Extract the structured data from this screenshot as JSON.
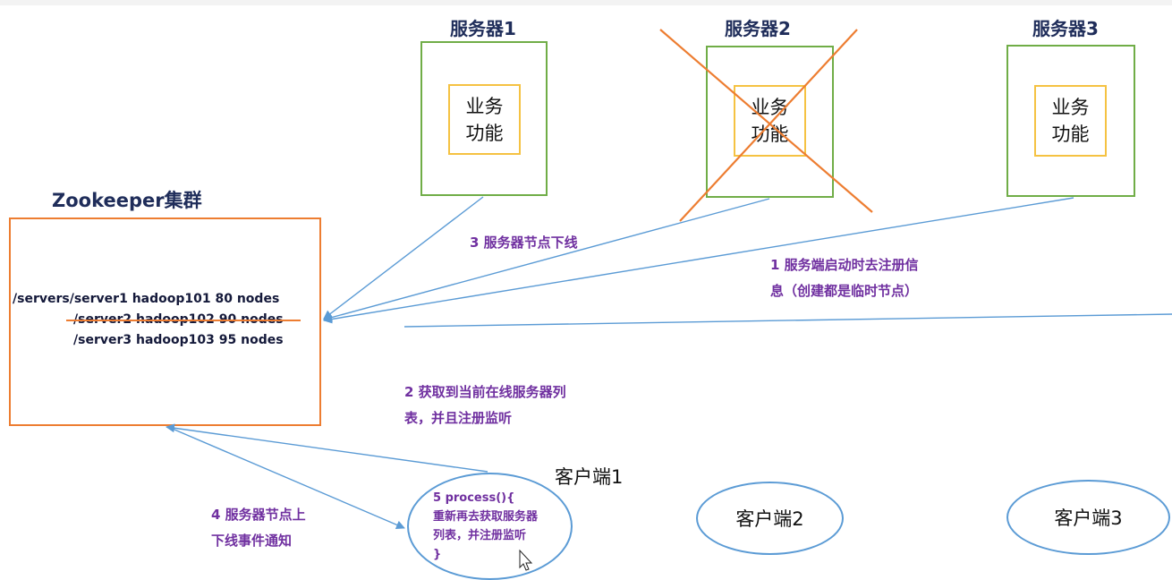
{
  "servers": [
    {
      "title": "服务器1",
      "line1": "业务",
      "line2": "功能"
    },
    {
      "title": "服务器2",
      "line1": "业务",
      "line2": "功能"
    },
    {
      "title": "服务器3",
      "line1": "业务",
      "line2": "功能"
    }
  ],
  "zookeeper": {
    "title": "Zookeeper集群",
    "nodes": [
      "/servers/server1  hadoop101  80 nodes",
      "/server2 hadoop102  90 nodes",
      "/server3 hadoop103  95 nodes"
    ]
  },
  "notes": {
    "register_line1": "1  服务端启动时去注册信",
    "register_line2": "息（创建都是临时节点）",
    "fetch_line1": "2  获取到当前在线服务器列",
    "fetch_line2": "表，并且注册监听",
    "offline": "3 服务器节点下线",
    "notify_line1": "4  服务器节点上",
    "notify_line2": "下线事件通知"
  },
  "clients": {
    "client1": "客户端1",
    "client2": "客户端2",
    "client3": "客户端3",
    "process_line1": "5 process(){",
    "process_line2": "重新再去获取服务器",
    "process_line3": "列表，并注册监听",
    "process_line4": "}"
  },
  "colors": {
    "server_border": "#70ad47",
    "business_border": "#f5c242",
    "zookeeper_border": "#ed7d31",
    "arrow": "#5b9bd5",
    "note_text": "#7030a0",
    "cross": "#ed7d31"
  }
}
